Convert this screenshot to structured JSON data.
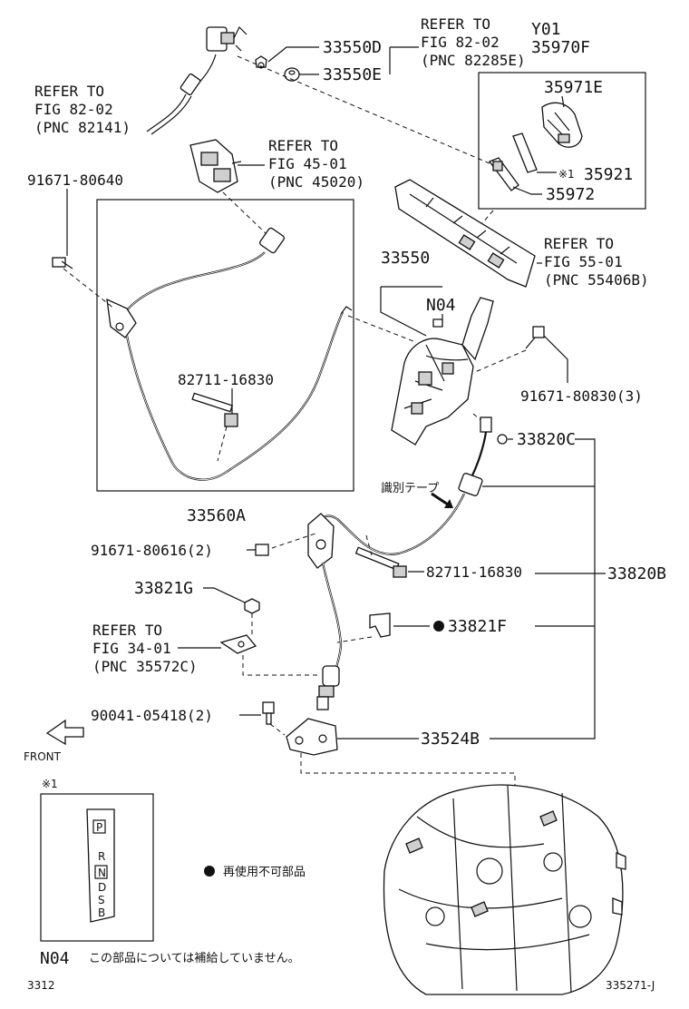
{
  "figure_code": "Y01",
  "labels": {
    "p33550D": "33550D",
    "p33550E": "33550E",
    "ref_82_02_top_1": "REFER TO",
    "ref_82_02_top_2": "FIG 82-02",
    "ref_82_02_top_3": "(PNC 82285E)",
    "p35970F": "35970F",
    "p35971E": "35971E",
    "p35921": "35921",
    "note_mark_35921": "※1",
    "p35972": "35972",
    "ref_82_02_left_1": "REFER TO",
    "ref_82_02_left_2": "FIG 82-02",
    "ref_82_02_left_3": "(PNC 82141)",
    "ref_45_01_1": "REFER TO",
    "ref_45_01_2": "FIG 45-01",
    "ref_45_01_3": "(PNC 45020)",
    "p91671_80640": "91671-80640",
    "p33550": "33550",
    "ref_55_01_1": "REFER TO",
    "ref_55_01_2": "FIG 55-01",
    "ref_55_01_3": "(PNC 55406B)",
    "pN04": "N04",
    "p82711_16830_a": "82711-16830",
    "p91671_80830": "91671-80830(3)",
    "p33820C": "33820C",
    "id_tape": "識別テープ",
    "p33560A": "33560A",
    "p91671_80616": "91671-80616(2)",
    "p82711_16830_b": "82711-16830",
    "p33820B": "33820B",
    "p33821G": "33821G",
    "ref_34_01_1": "REFER TO",
    "ref_34_01_2": "FIG 34-01",
    "ref_34_01_3": "(PNC 35572C)",
    "p33821F": "33821F",
    "p90041_05418": "90041-05418(2)",
    "p33524B": "33524B",
    "front": "FRONT"
  },
  "inset": {
    "mark": "※1",
    "gates": [
      "P",
      "R",
      "N",
      "D",
      "S",
      "B"
    ]
  },
  "legend": {
    "bullet_text": "再使用不可部品",
    "n04_code": "N04",
    "n04_text": "この部品については補給していません。"
  },
  "footer": {
    "left": "3312",
    "right": "335271-J"
  }
}
